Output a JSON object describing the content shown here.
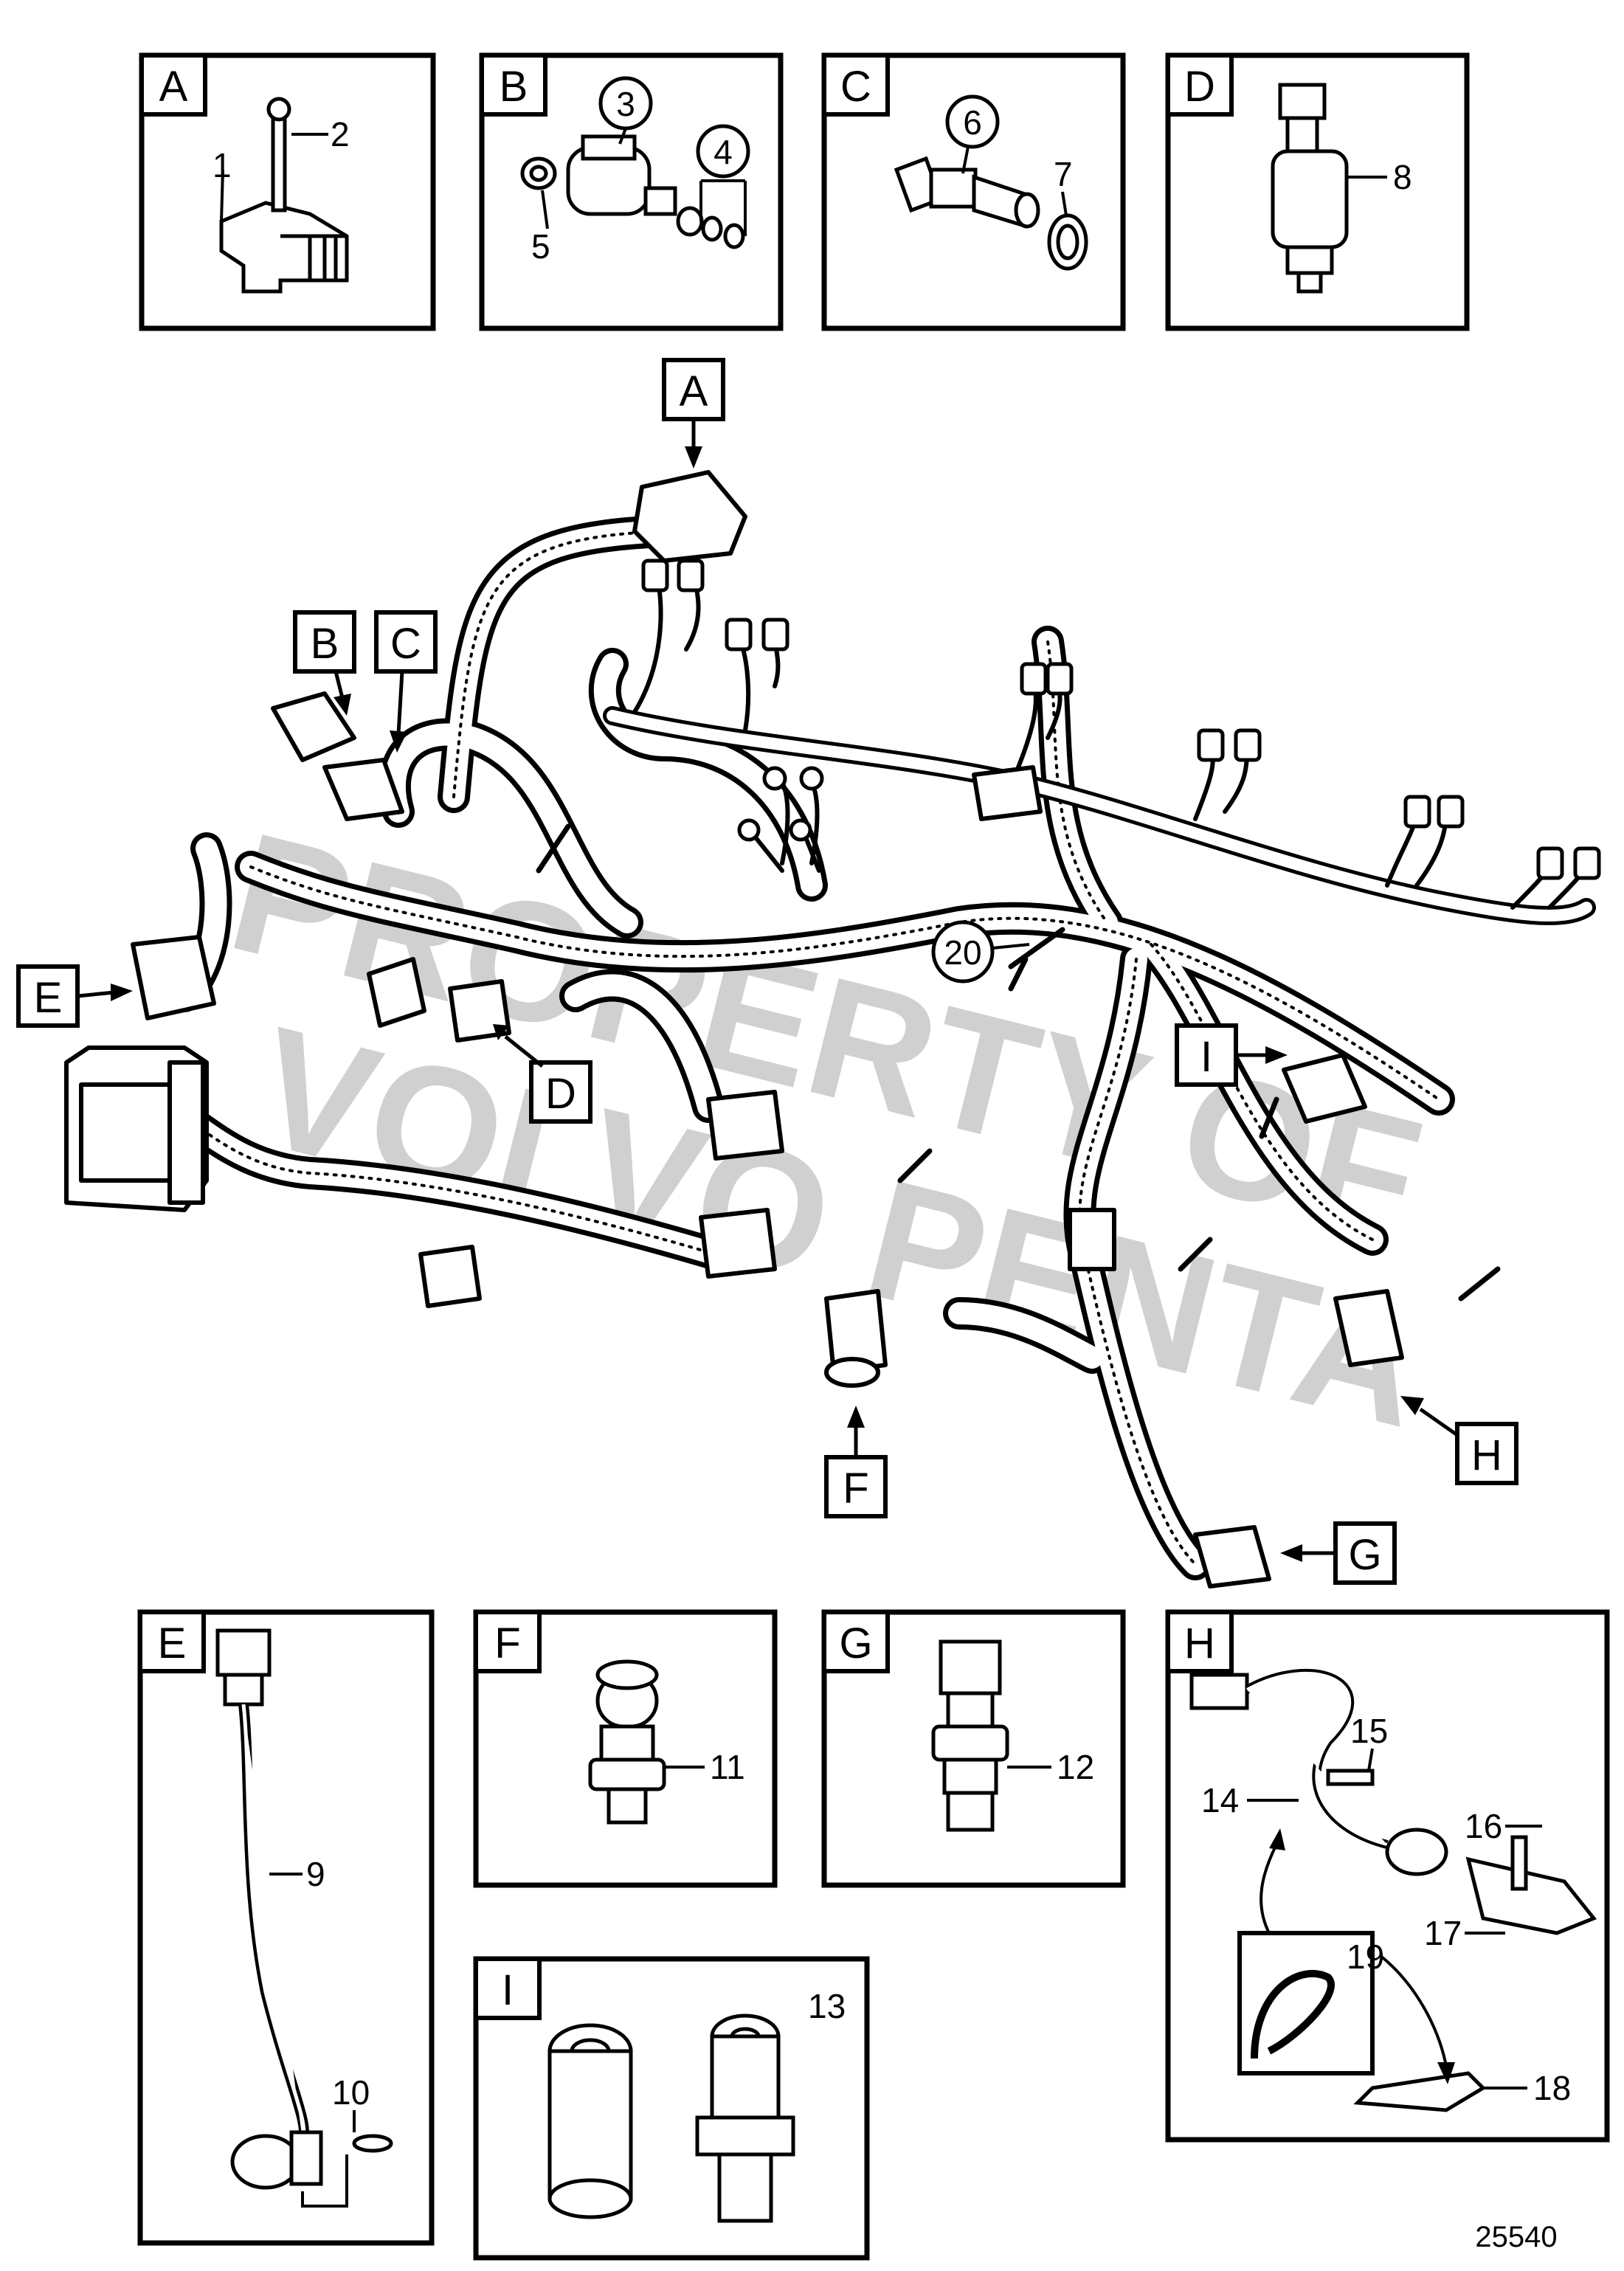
{
  "diagram": {
    "drawing_number": "25540",
    "watermark": [
      "PROPERTY OF",
      "VOLVO PENTA"
    ],
    "harness_part_number": "20",
    "detail_panels": [
      {
        "letter": "A",
        "parts": [
          "1",
          "2"
        ]
      },
      {
        "letter": "B",
        "parts": [
          "3",
          "4",
          "5"
        ]
      },
      {
        "letter": "C",
        "parts": [
          "6",
          "7"
        ]
      },
      {
        "letter": "D",
        "parts": [
          "8"
        ]
      },
      {
        "letter": "E",
        "parts": [
          "9",
          "10"
        ]
      },
      {
        "letter": "F",
        "parts": [
          "11"
        ]
      },
      {
        "letter": "G",
        "parts": [
          "12"
        ]
      },
      {
        "letter": "H",
        "parts": [
          "14",
          "15",
          "16",
          "17",
          "18",
          "19"
        ]
      },
      {
        "letter": "I",
        "parts": [
          "13"
        ]
      }
    ],
    "callouts": [
      "A",
      "B",
      "C",
      "D",
      "E",
      "F",
      "G",
      "H",
      "I"
    ]
  }
}
